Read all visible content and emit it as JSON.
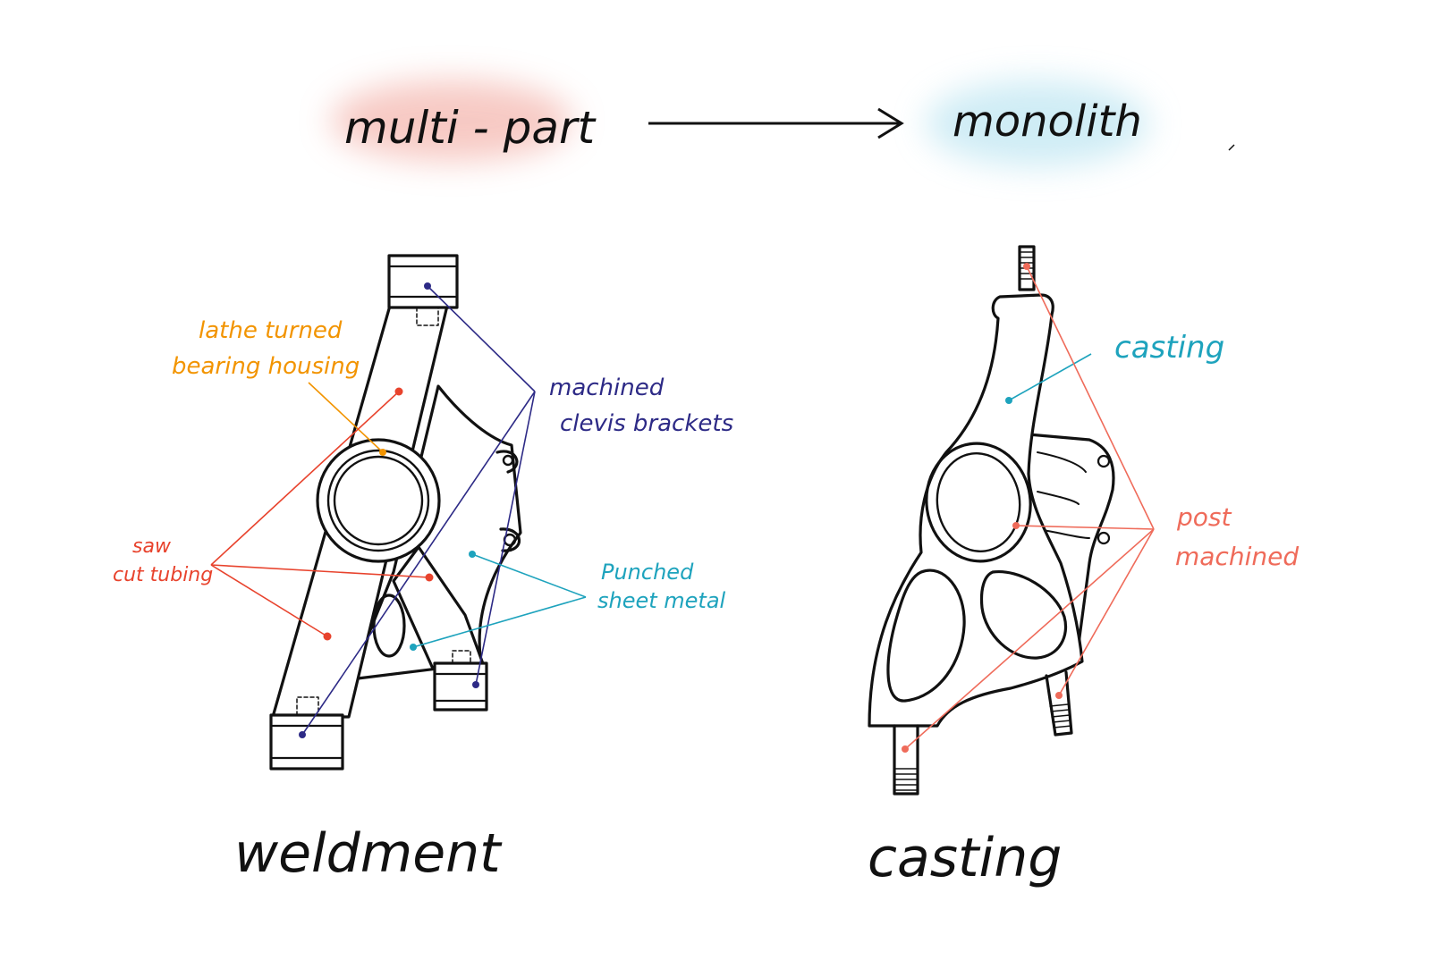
{
  "header": {
    "left_label": "multi - part",
    "right_label": "monolith"
  },
  "weldment": {
    "title": "weldment",
    "labels": {
      "lathe_line1": "lathe turned",
      "lathe_line2": "bearing housing",
      "clevis_line1": "machined",
      "clevis_line2": "clevis brackets",
      "saw_line1": "saw",
      "saw_line2": "cut tubing",
      "punched_line1": "Punched",
      "punched_line2": "sheet metal"
    }
  },
  "casting": {
    "title": "casting",
    "labels": {
      "casting_label": "casting",
      "post_line1": "post",
      "post_line2": "machined"
    }
  },
  "colors": {
    "ink": "#111111",
    "pink_wash": "#f4b8b0",
    "blue_wash": "#bfe6f2",
    "orange": "#f29400",
    "navy": "#2d2a86",
    "red": "#e8432d",
    "teal": "#1ea3bd",
    "salmon": "#ef6b5a"
  }
}
